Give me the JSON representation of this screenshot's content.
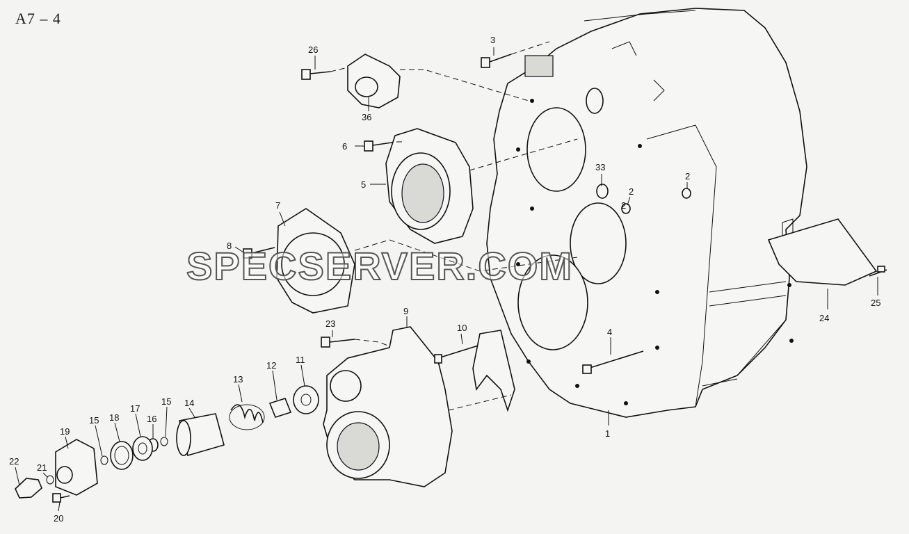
{
  "title": "A7 – 4",
  "watermark": "SPECSERVER.COM",
  "callouts": [
    "1",
    "2",
    "2",
    "2",
    "3",
    "4",
    "5",
    "6",
    "7",
    "8",
    "9",
    "10",
    "11",
    "12",
    "13",
    "14",
    "15",
    "15",
    "16",
    "17",
    "18",
    "19",
    "20",
    "21",
    "22",
    "23",
    "24",
    "25",
    "26",
    "33",
    "36"
  ]
}
